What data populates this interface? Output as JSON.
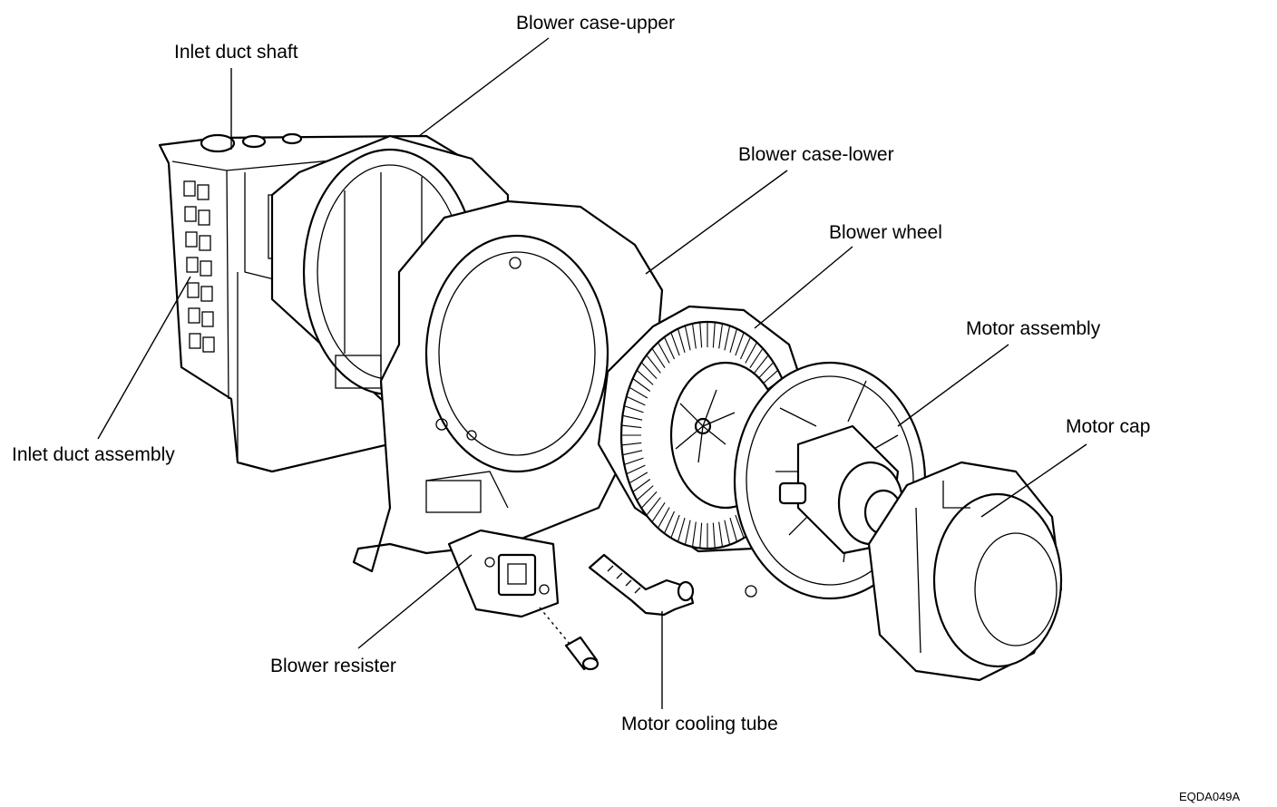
{
  "labels": {
    "inlet_duct_shaft": "Inlet duct shaft",
    "blower_case_upper": "Blower case-upper",
    "blower_case_lower": "Blower case-lower",
    "blower_wheel": "Blower wheel",
    "motor_assembly": "Motor assembly",
    "motor_cap": "Motor cap",
    "inlet_duct_assembly": "Inlet duct assembly",
    "blower_resister": "Blower resister",
    "motor_cooling_tube": "Motor cooling tube"
  },
  "figure_code": "EQDA049A"
}
